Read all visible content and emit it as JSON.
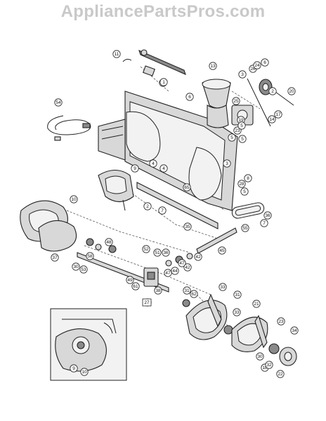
{
  "watermark": "AppliancePartsPros.com",
  "callouts": [
    "11",
    "18",
    "1",
    "13",
    "3",
    "26",
    "24",
    "6",
    "20",
    "6",
    "2",
    "25",
    "14",
    "17",
    "19",
    "23",
    "5",
    "5",
    "5",
    "54",
    "8",
    "9",
    "4",
    "4",
    "3",
    "28",
    "65",
    "5",
    "10",
    "2",
    "7",
    "36",
    "7",
    "55",
    "35",
    "45",
    "37",
    "58",
    "30",
    "53",
    "48",
    "52",
    "51",
    "36",
    "44",
    "47",
    "42",
    "49",
    "42",
    "61",
    "38",
    "27",
    "47",
    "31",
    "62",
    "33",
    "31",
    "33",
    "21",
    "23",
    "34",
    "9",
    "10",
    "18",
    "30",
    "32",
    "22"
  ],
  "box_labels": [
    "27"
  ]
}
